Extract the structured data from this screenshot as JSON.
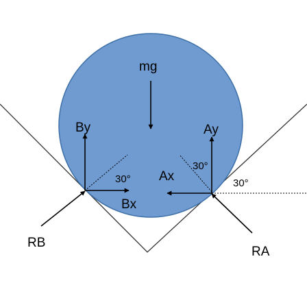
{
  "labels": {
    "mg": "mg",
    "by": "By",
    "bx": "Bx",
    "ay": "Ay",
    "ax": "Ax",
    "rb": "RB",
    "ra": "RA",
    "angle_b": "30°",
    "angle_a_inner": "30°",
    "angle_a_outer": "30°"
  },
  "colors": {
    "ball_fill": "#6f9bd0",
    "ball_stroke": "#3d6fa8",
    "lines": "#333333",
    "arrows": "#000000"
  }
}
